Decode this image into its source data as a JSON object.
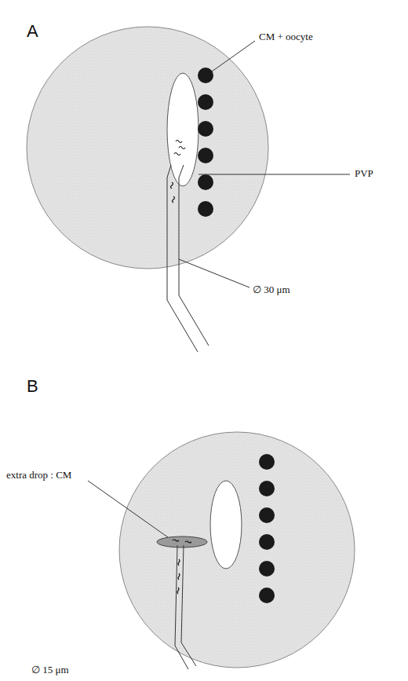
{
  "diagram": {
    "labels": [
      "A",
      "CM + oocyte",
      "PVP",
      "∅ 30 μm",
      "B",
      "extra drop : CM",
      "∅ 15 μm"
    ]
  }
}
